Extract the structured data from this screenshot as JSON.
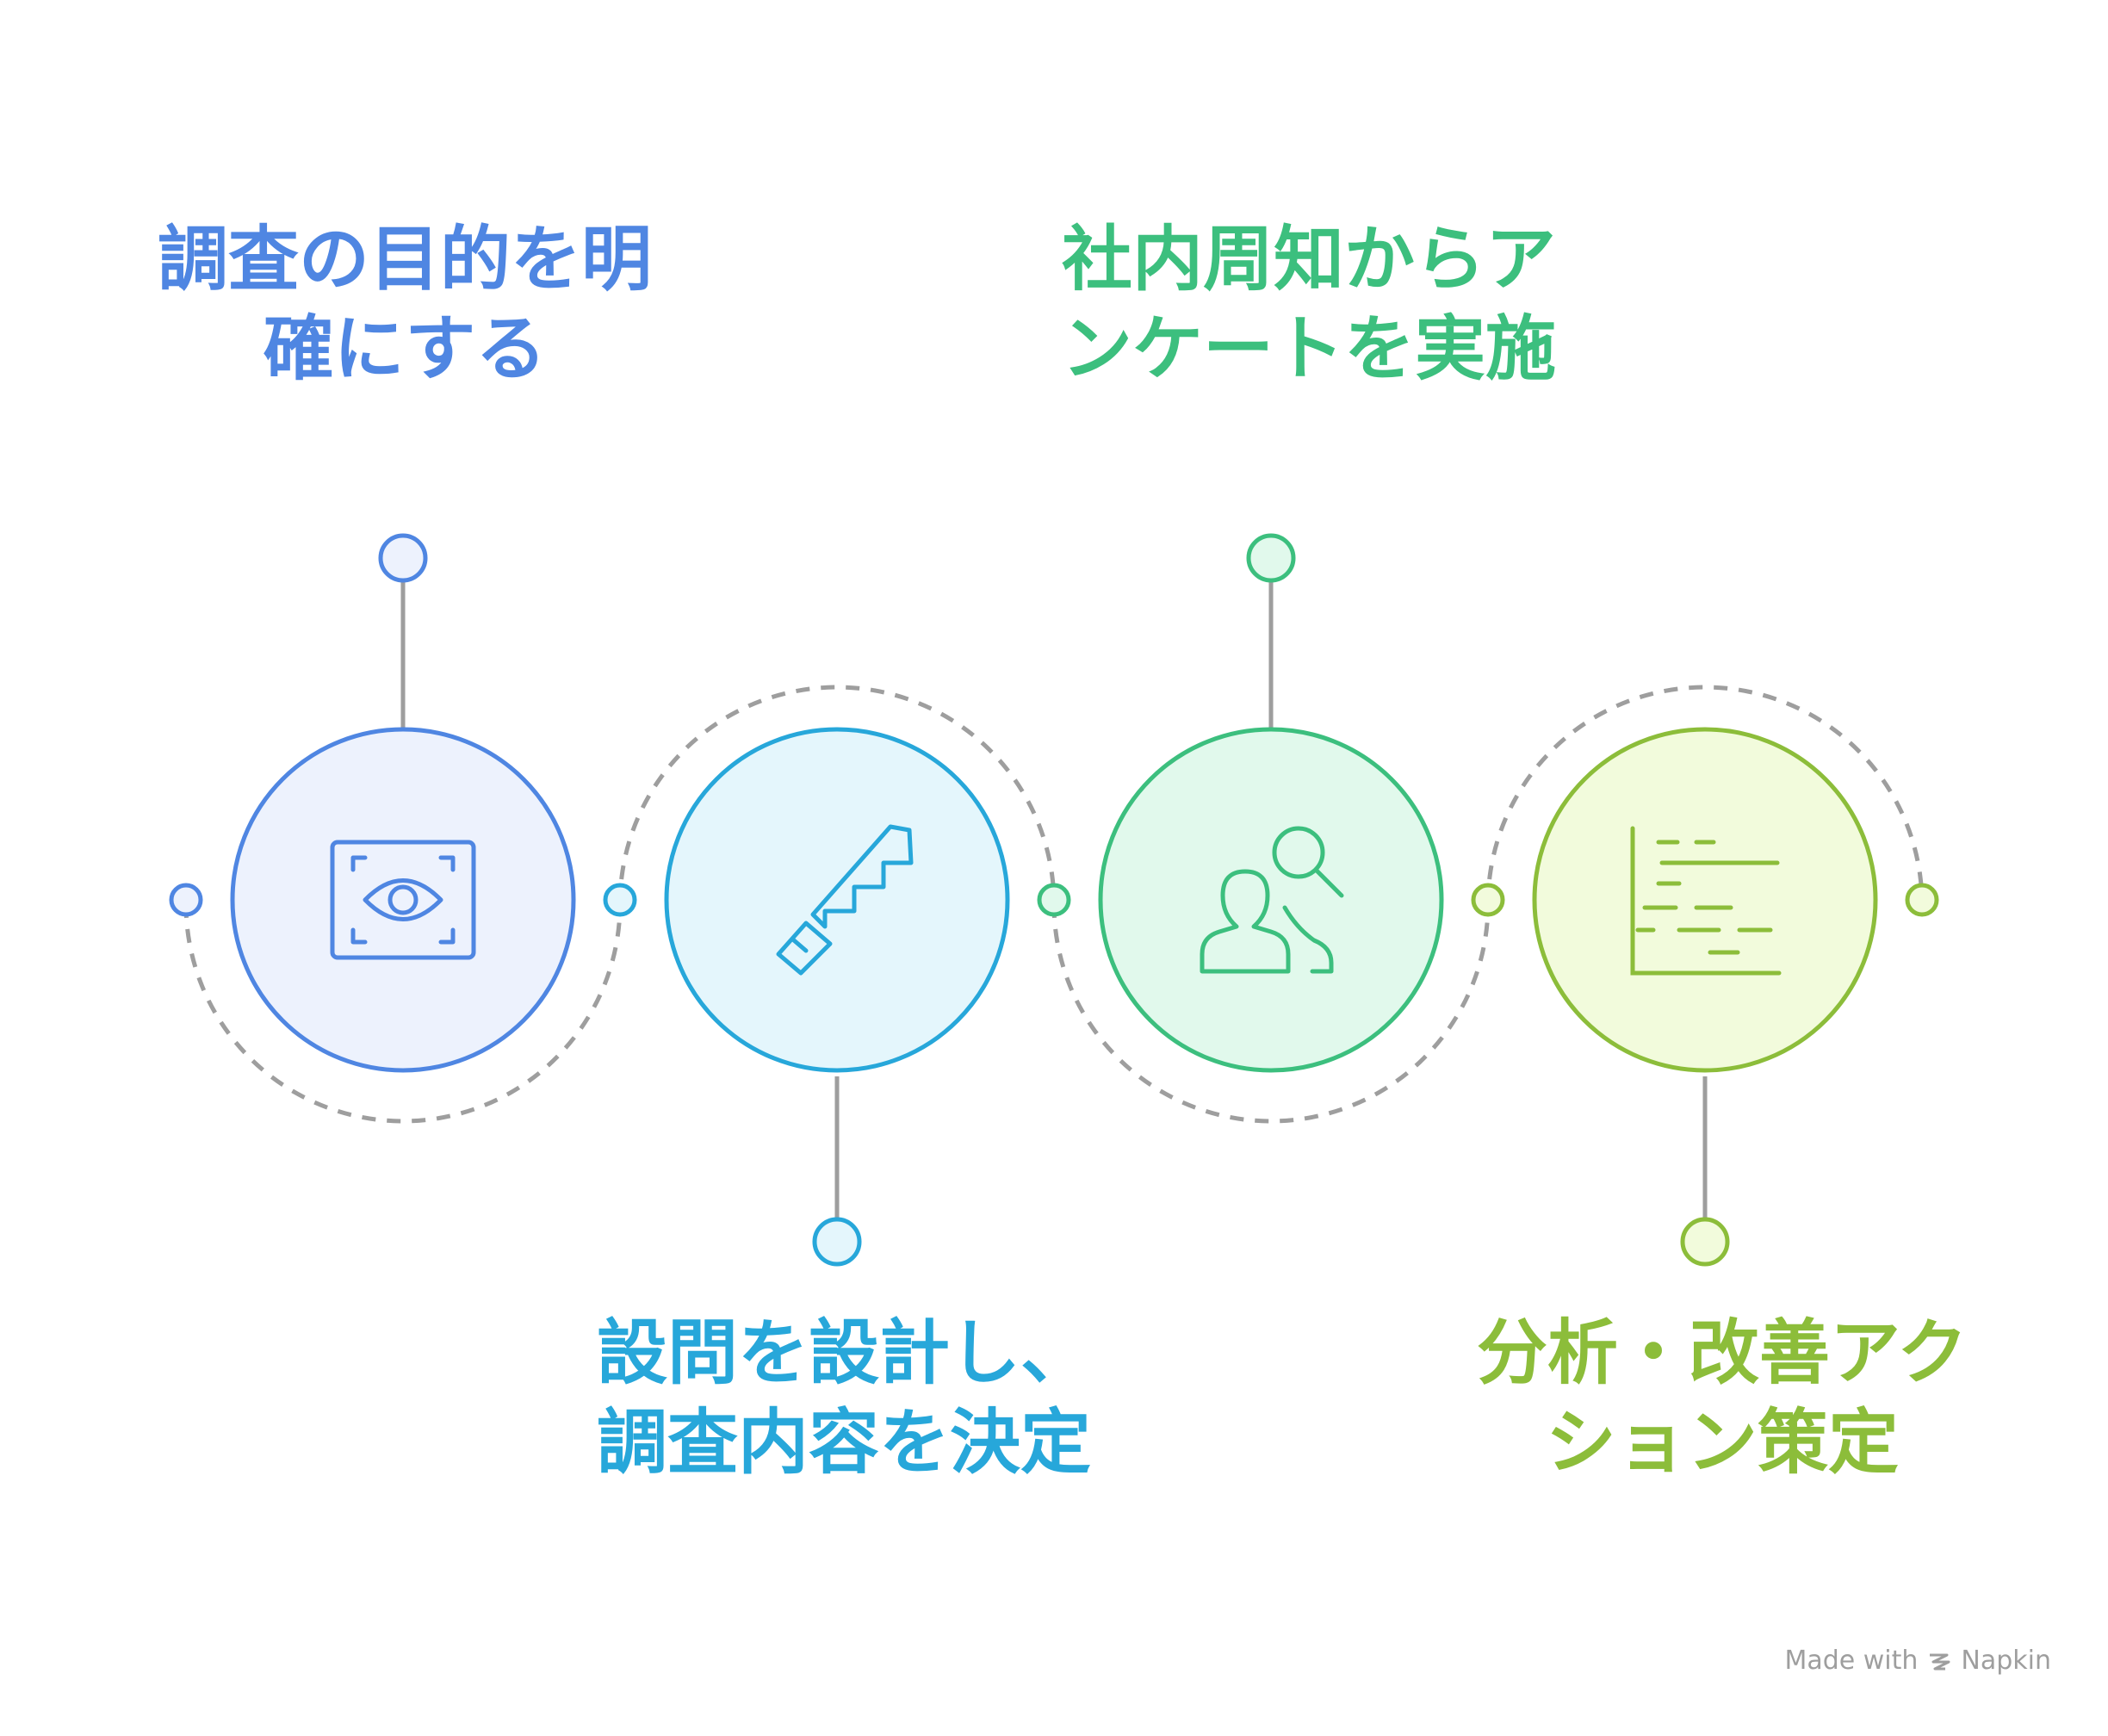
{
  "steps": [
    {
      "line1": "調査の目的を明",
      "line2": "確にする",
      "color": "#4f86e2",
      "fill": "#edf2fd",
      "icon": "eye-scan-icon"
    },
    {
      "line1": "設問を設計し、",
      "line2": "調査内容を決定",
      "color": "#27a7da",
      "fill": "#e4f6fc",
      "icon": "saw-icon"
    },
    {
      "line1": "社内周知からア",
      "line2": "ンケートを実施",
      "color": "#3cbf7e",
      "fill": "#e1f9ec",
      "icon": "people-search-icon"
    },
    {
      "line1": "分析・改善アク",
      "line2": "ション策定",
      "color": "#8cbd3a",
      "fill": "#f2fbdc",
      "icon": "gantt-chart-icon"
    }
  ],
  "connector_color": "#9e9e9e",
  "credit": {
    "made_with": "Made with",
    "brand": "Napkin",
    "icon": "napkin-logo-icon"
  }
}
